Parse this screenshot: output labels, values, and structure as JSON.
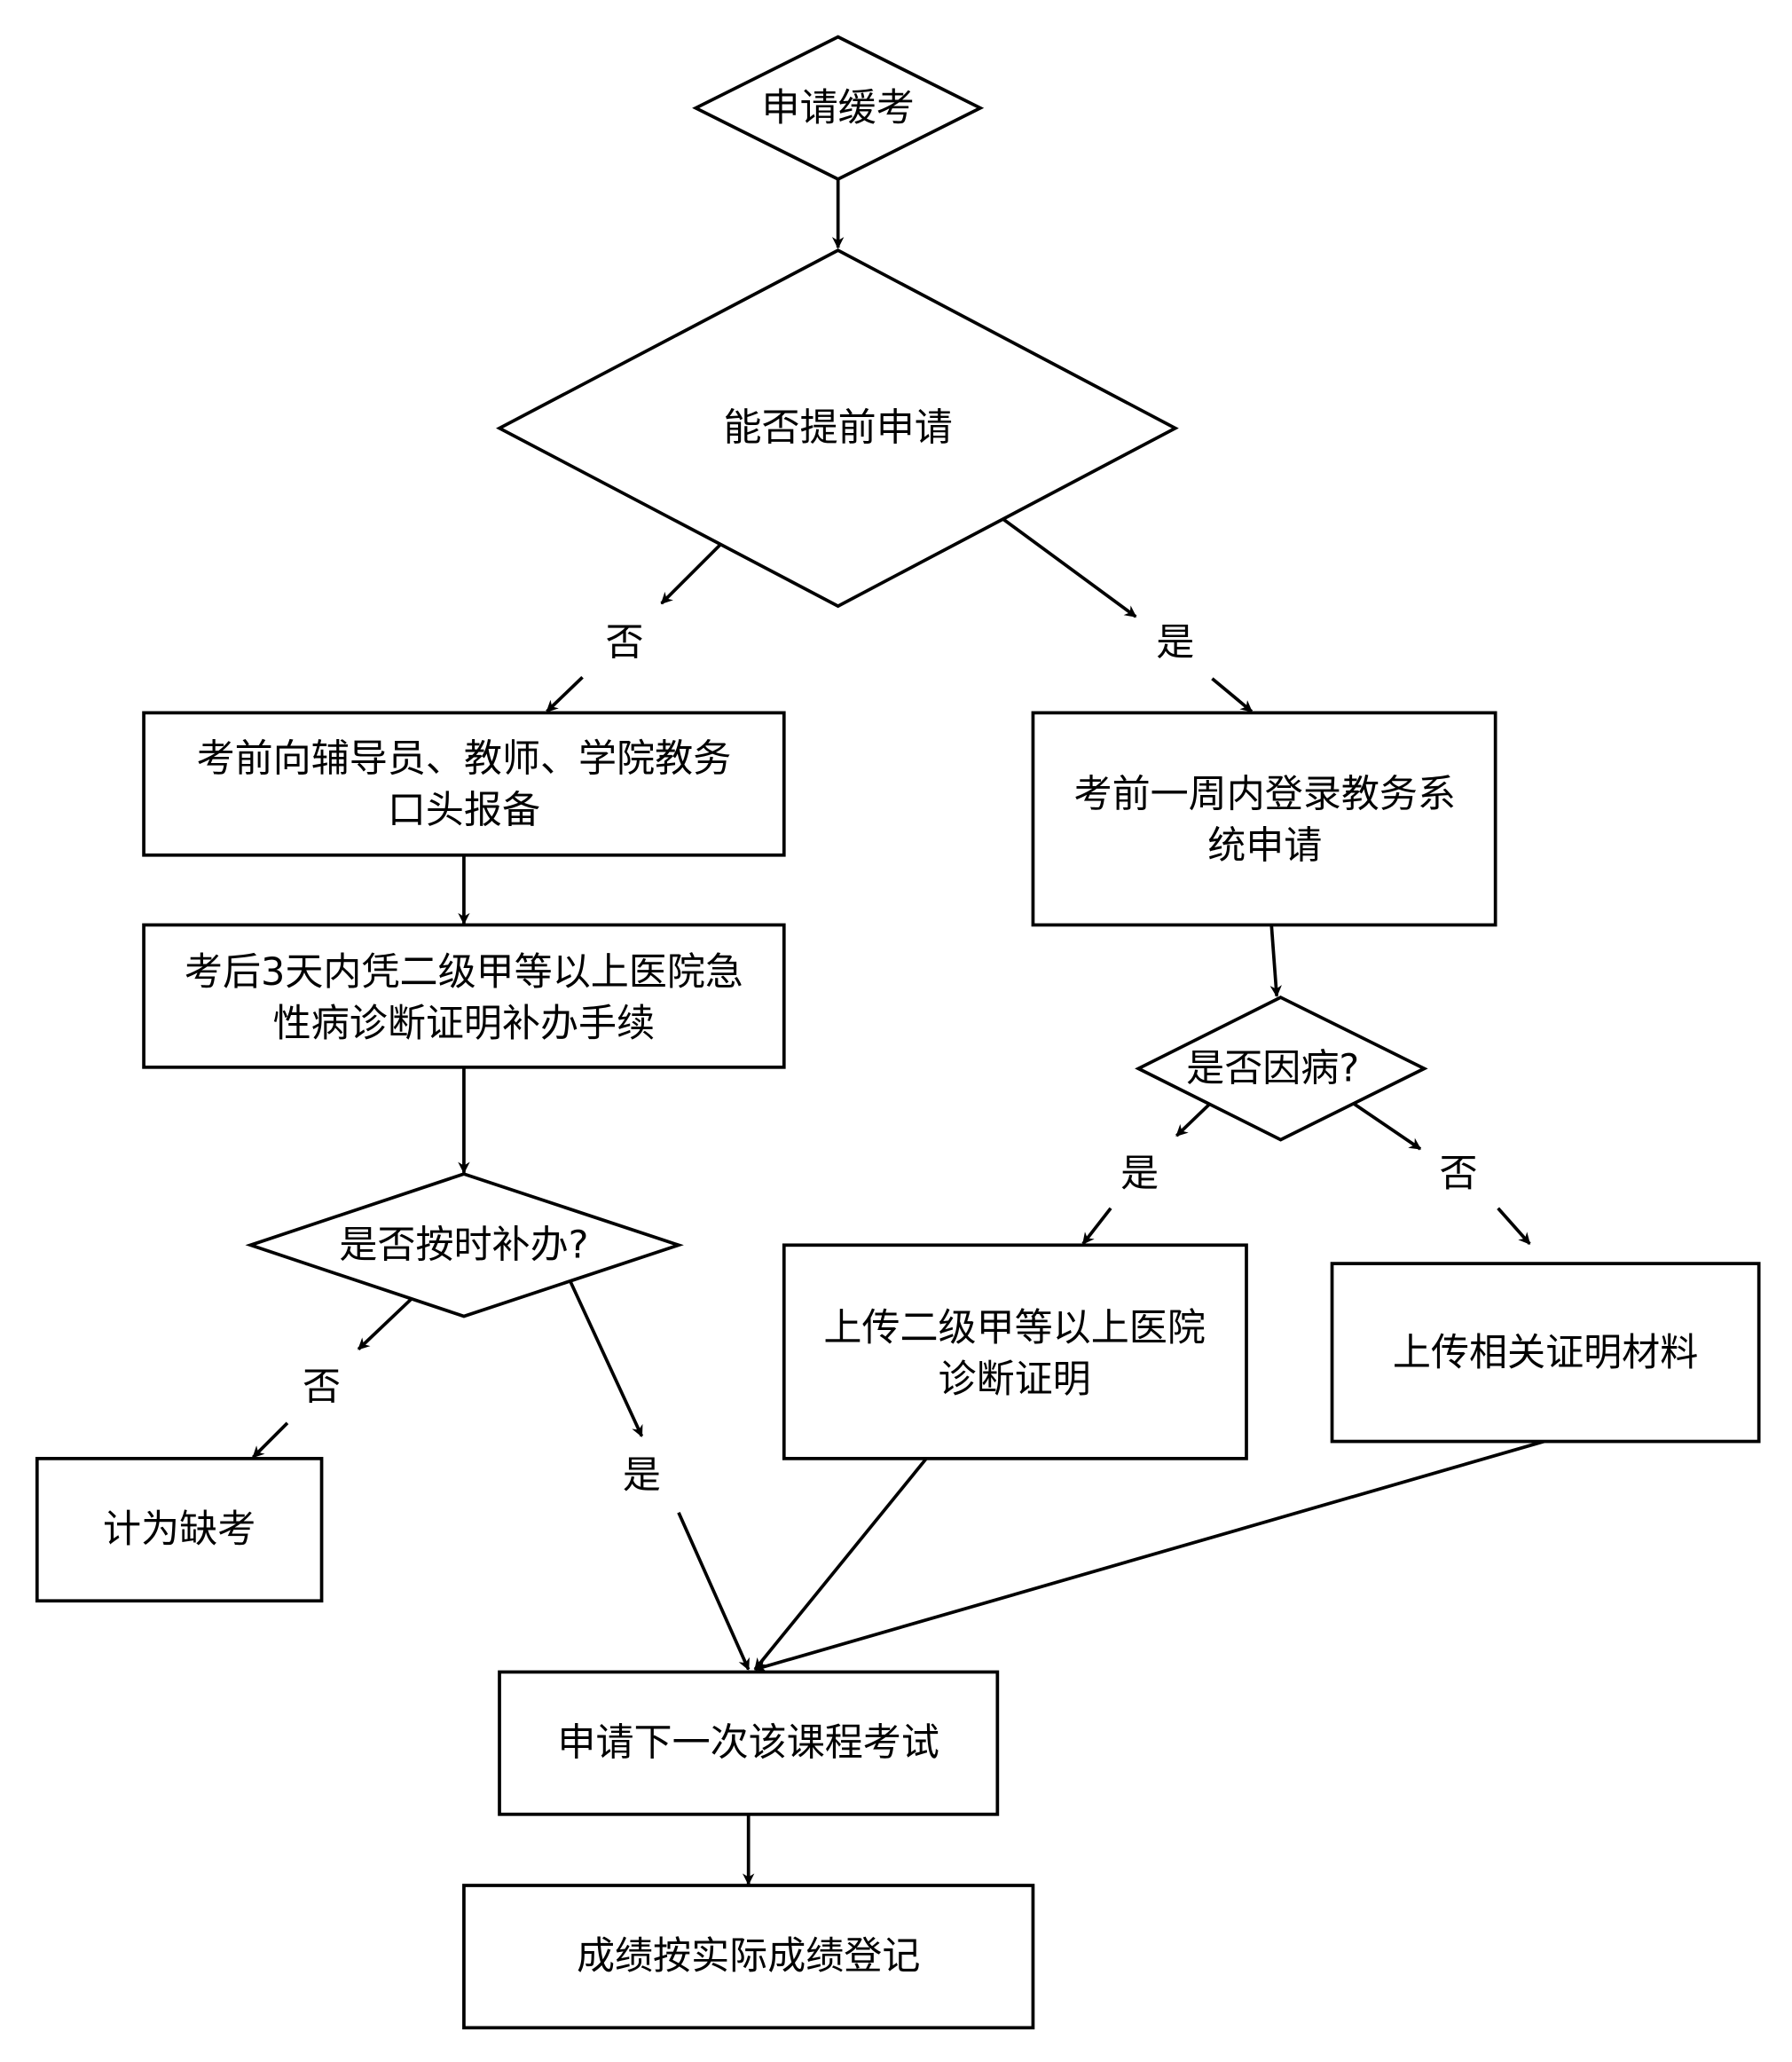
{
  "nodes": {
    "start": "申请缓考",
    "advance": "能否提前申请",
    "oral_report": [
      "考前向辅导员、教师、学院教务",
      "口头报备"
    ],
    "supplement": [
      "考后3天内凭二级甲等以上医院急",
      "性病诊断证明补办手续"
    ],
    "on_time": "是否按时补办?",
    "absent": "计为缺考",
    "system_apply": [
      "考前一周内登录教务系",
      "统申请"
    ],
    "illness": "是否因病?",
    "upload_hospital": [
      "上传二级甲等以上医院",
      "诊断证明"
    ],
    "upload_other": "上传相关证明材料",
    "next_exam": "申请下一次该课程考试",
    "grade": "成绩按实际成绩登记"
  },
  "labels": {
    "advance_no": "否",
    "advance_yes": "是",
    "on_time_no": "否",
    "on_time_yes": "是",
    "illness_yes": "是",
    "illness_no": "否"
  }
}
